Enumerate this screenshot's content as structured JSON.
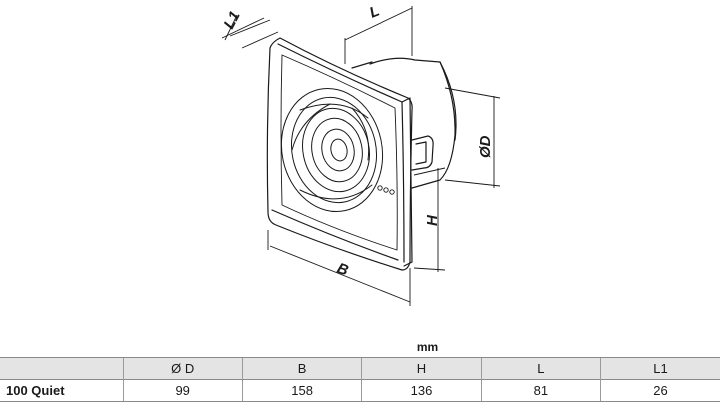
{
  "diagram": {
    "dimension_labels": {
      "L1": "L1",
      "L": "L",
      "D": "ØD",
      "H": "H",
      "B": "B"
    }
  },
  "table": {
    "units": "mm",
    "columns": [
      "",
      "Ø D",
      "B",
      "H",
      "L",
      "L1"
    ],
    "rows": [
      {
        "model": "100 Quiet",
        "values": [
          "99",
          "158",
          "136",
          "81",
          "26"
        ]
      }
    ]
  }
}
